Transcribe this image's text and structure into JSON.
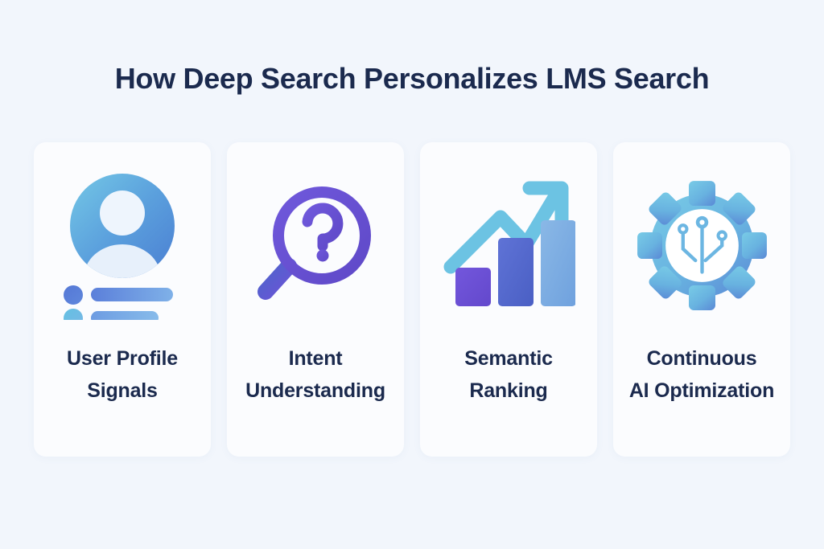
{
  "header": {
    "title": "How Deep Search Personalizes LMS Search"
  },
  "theme": {
    "background": "#f2f6fc",
    "card_background": "#fbfcfe",
    "title_color": "#1b2a4e",
    "label_color": "#1b2a4e",
    "accent_purple": "#6b50d4",
    "accent_indigo": "#4d63c8",
    "accent_blue": "#74a8e0",
    "accent_cyan": "#6cc3e3"
  },
  "cards": [
    {
      "icon": "user-profile-avatar-icon",
      "label_line1": "User Profile",
      "label_line2": "Signals"
    },
    {
      "icon": "magnifier-question-icon",
      "label_line1": "Intent",
      "label_line2": "Understanding"
    },
    {
      "icon": "bar-chart-growth-arrow-icon",
      "label_line1": "Semantic",
      "label_line2": "Ranking"
    },
    {
      "icon": "gear-circuit-ai-icon",
      "label_line1": "Continuous",
      "label_line2": "AI Optimization"
    }
  ]
}
